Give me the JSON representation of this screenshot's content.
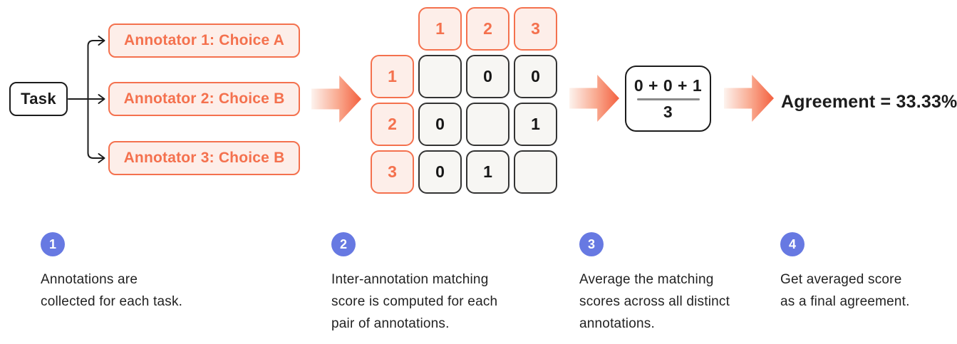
{
  "colors": {
    "accent_orange": "#f4714e",
    "accent_orange_bg": "#fdeee9",
    "arrow_gradient_end": "#f3603f",
    "matrix_cell_bg": "#f7f6f3",
    "step_badge_blue": "#6779e2",
    "ink": "#1c1c1c"
  },
  "flow": {
    "task_label": "Task",
    "annotators": [
      {
        "label": "Annotator 1: Choice A"
      },
      {
        "label": "Annotator 2: Choice B"
      },
      {
        "label": "Annotator 3: Choice B"
      }
    ],
    "matrix": {
      "col_headers": [
        "1",
        "2",
        "3"
      ],
      "row_headers": [
        "1",
        "2",
        "3"
      ],
      "cells": [
        [
          "",
          "0",
          "0"
        ],
        [
          "0",
          "",
          "1"
        ],
        [
          "0",
          "1",
          ""
        ]
      ]
    },
    "fraction": {
      "numerator": "0 + 0 + 1",
      "denominator": "3"
    },
    "result_label": "Agreement = 33.33%"
  },
  "steps": [
    {
      "number": "1",
      "lines": [
        "Annotations are",
        "collected for each task."
      ]
    },
    {
      "number": "2",
      "lines": [
        "Inter-annotation matching",
        "score is computed for each",
        "pair of annotations."
      ]
    },
    {
      "number": "3",
      "lines": [
        "Average the matching",
        "scores across all distinct",
        "annotations."
      ]
    },
    {
      "number": "4",
      "lines": [
        "Get averaged score",
        "as a final agreement."
      ]
    }
  ]
}
